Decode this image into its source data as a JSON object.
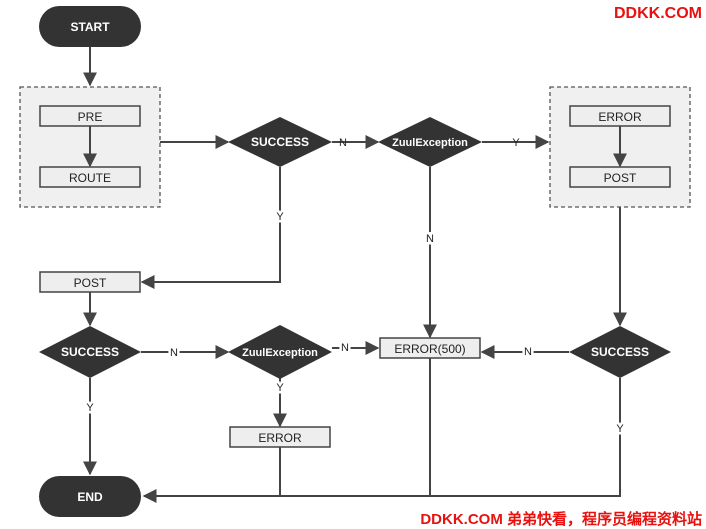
{
  "watermark": {
    "top": "DDKK.COM",
    "bottom": "DDKK.COM 弟弟快看，程序员编程资料站"
  },
  "nodes": {
    "start": "START",
    "end": "END",
    "pre": "PRE",
    "route": "ROUTE",
    "post_filter": "POST",
    "post_after": "POST",
    "error_filter": "ERROR",
    "error_box": "ERROR",
    "error500": "ERROR(500)",
    "success_top": "SUCCESS",
    "success_left": "SUCCESS",
    "success_right": "SUCCESS",
    "zuul_top": "ZuulException",
    "zuul_mid": "ZuulException"
  },
  "edge_labels": {
    "success_top_n": "N",
    "success_top_y": "Y",
    "zuul_top_y": "Y",
    "zuul_top_n": "N",
    "success_left_n": "N",
    "success_left_y": "Y",
    "zuul_mid_n": "N",
    "zuul_mid_y": "Y",
    "success_right_n": "N",
    "success_right_y": "Y"
  },
  "colors": {
    "dark_fill": "#333333",
    "box_fill": "#eeeeee",
    "group_fill": "#f0f0f0",
    "line": "#444444",
    "watermark": "#e8110f"
  }
}
